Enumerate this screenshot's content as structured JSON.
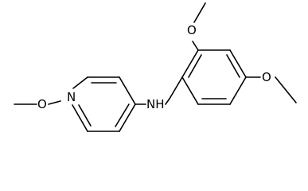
{
  "molecule": {
    "atom_labels": {
      "pyridine_nitrogen": "N",
      "amine_nh": "NH",
      "oxygen_pyridine": "O",
      "oxygen_ortho": "O",
      "oxygen_para": "O"
    },
    "colors": {
      "bond": "#000000",
      "label": "#000000",
      "background": "#ffffff"
    }
  }
}
